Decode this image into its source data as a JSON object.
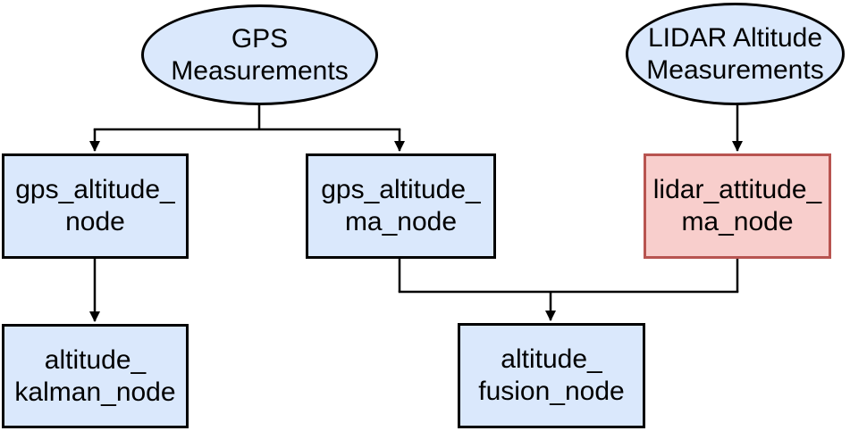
{
  "diagram": {
    "nodes": {
      "gps_measurements": {
        "label": "GPS\nMeasurements",
        "shape": "ellipse",
        "fill": "#dae8fc",
        "border": "#000000"
      },
      "lidar_altitude_measurements": {
        "label": "LIDAR Altitude\nMeasurements",
        "shape": "ellipse",
        "fill": "#dae8fc",
        "border": "#000000"
      },
      "gps_altitude_node": {
        "label": "gps_altitude_\nnode",
        "shape": "rect",
        "fill": "#dae8fc",
        "border": "#000000"
      },
      "gps_altitude_ma_node": {
        "label": "gps_altitude_\nma_node",
        "shape": "rect",
        "fill": "#dae8fc",
        "border": "#000000"
      },
      "lidar_attitude_ma_node": {
        "label": "lidar_attitude_\nma_node",
        "shape": "rect",
        "fill": "#f8cecc",
        "border": "#b85450"
      },
      "altitude_kalman_node": {
        "label": "altitude_\nkalman_node",
        "shape": "rect",
        "fill": "#dae8fc",
        "border": "#000000"
      },
      "altitude_fusion_node": {
        "label": "altitude_\nfusion_node",
        "shape": "rect",
        "fill": "#dae8fc",
        "border": "#000000"
      }
    },
    "edges": [
      {
        "from": "gps_measurements",
        "to": "gps_altitude_node"
      },
      {
        "from": "gps_measurements",
        "to": "gps_altitude_ma_node"
      },
      {
        "from": "lidar_altitude_measurements",
        "to": "lidar_attitude_ma_node"
      },
      {
        "from": "gps_altitude_node",
        "to": "altitude_kalman_node"
      },
      {
        "from": "gps_altitude_ma_node",
        "to": "altitude_fusion_node"
      },
      {
        "from": "lidar_attitude_ma_node",
        "to": "altitude_fusion_node"
      }
    ],
    "colors": {
      "node_fill_blue": "#dae8fc",
      "node_fill_red": "#f8cecc",
      "node_border_black": "#000000",
      "node_border_red": "#b85450",
      "edge_color": "#000000",
      "background": "#ffffff"
    }
  }
}
